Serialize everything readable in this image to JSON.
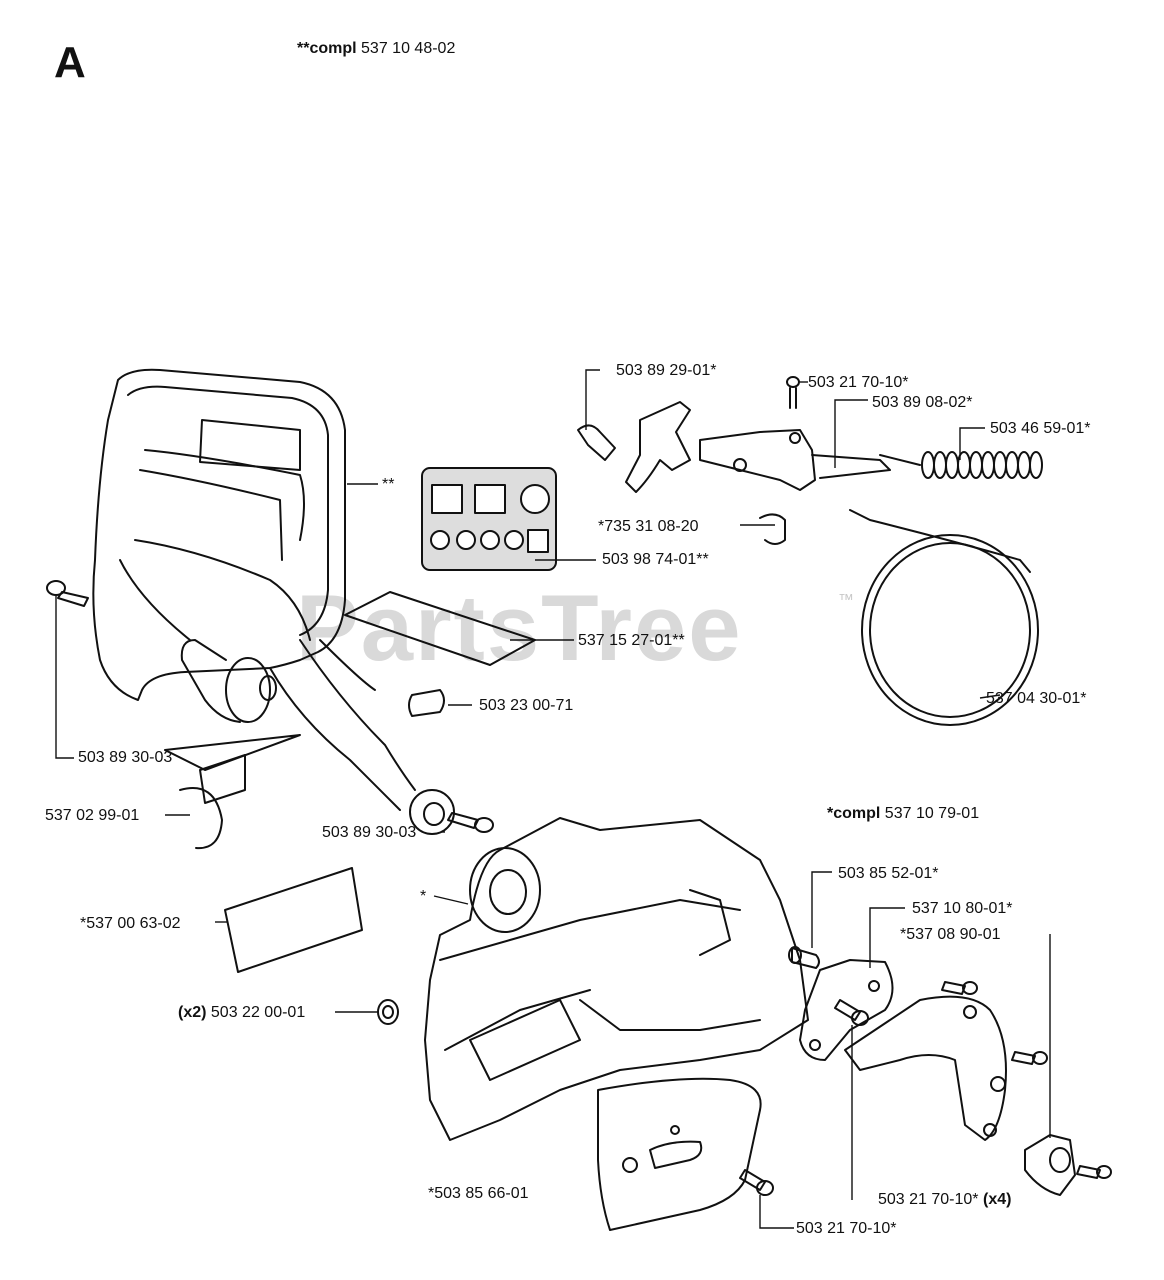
{
  "section_letter": "A",
  "watermark": "PartsTree",
  "watermark_tm": "™",
  "labels": {
    "compl_top_prefix": "**compl",
    "compl_top_number": "537 10 48-02",
    "handguard_mark": "**",
    "p_503892901": "503 89 29-01*",
    "p_503217010_top": "503 21 70-10*",
    "p_503890802": "503 89 08-02*",
    "p_503465901": "503 46 59-01*",
    "p_735310820": "*735 31 08-20",
    "p_503987401": "503 98 74-01**",
    "p_537152701": "537 15 27-01**",
    "p_537043001": "537 04 30-01*",
    "p_503230071": "503 23 00-71",
    "p_503893003_left": "503 89 30-03",
    "p_537029901": "537 02 99-01",
    "p_503893003_bottom": "503 89 30-03",
    "compl_bottom_prefix": "*compl",
    "compl_bottom_number": "537 10 79-01",
    "cover_mark": "*",
    "p_503855201": "503 85 52-01*",
    "p_537108001": "537 10 80-01*",
    "p_537089001": "*537 08 90-01",
    "p_537006302": "*537 00 63-02",
    "p_503220001_qty": "(x2)",
    "p_503220001": "503 22 00-01",
    "p_503856601": "*503 85 66-01",
    "p_503217010_x4": "503 21 70-10*",
    "p_503217010_x4_qty": "(x4)",
    "p_503217010_bottom": "503 21 70-10*"
  }
}
